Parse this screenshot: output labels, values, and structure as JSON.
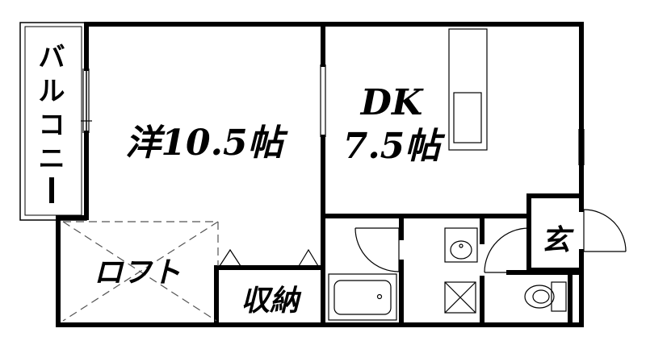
{
  "rooms": {
    "western": {
      "name": "洋10.5帖"
    },
    "dk_line1": "DK",
    "dk_line2": "7.5帖",
    "balcony_chars": [
      "バ",
      "ル",
      "コ",
      "ニ",
      "ー"
    ],
    "loft": "ロフト",
    "storage": "収納",
    "entrance": "玄"
  },
  "colors": {
    "wall": "#000000",
    "background": "#ffffff",
    "thin_line": "#555555"
  }
}
